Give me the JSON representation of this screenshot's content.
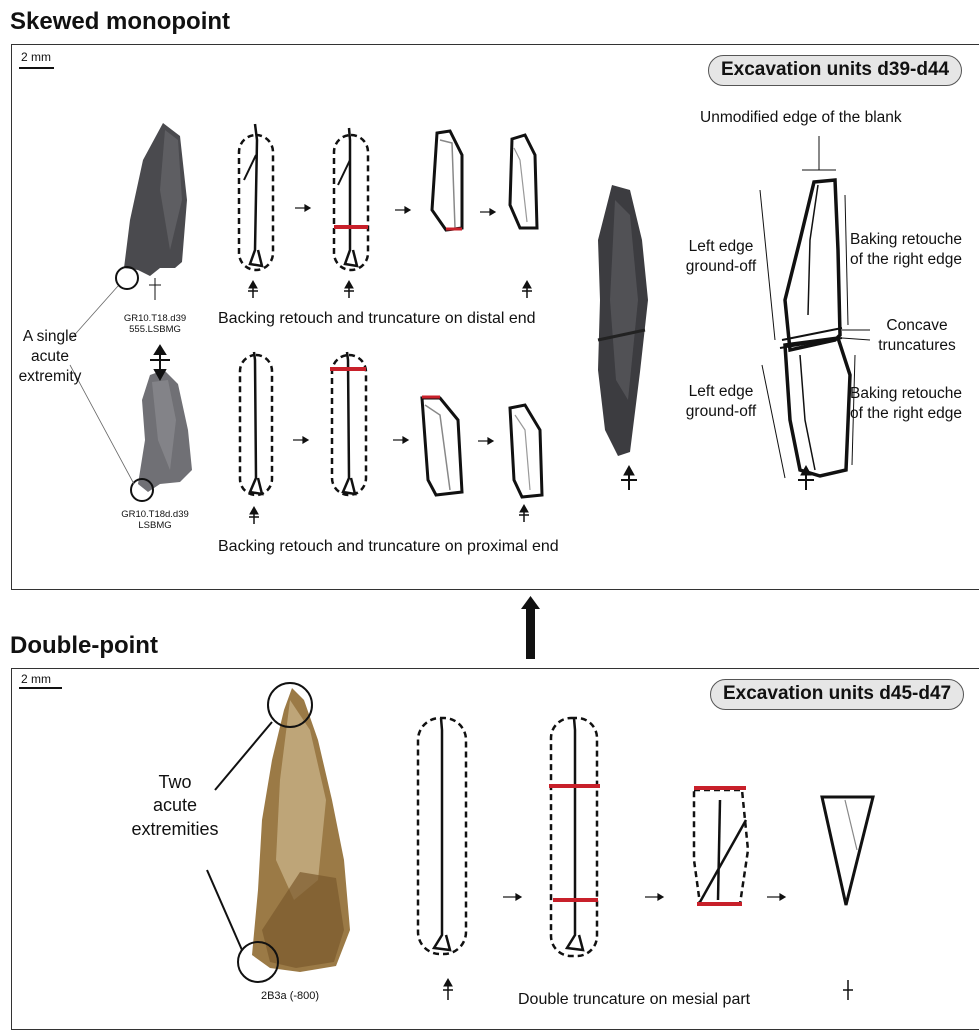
{
  "top": {
    "title": "Skewed monopoint",
    "scale": "2 mm",
    "units": "Excavation units d39-d44",
    "left_label": "A single\nacute\nextremity",
    "specimen1": "GR10.T18.d39\n555.LSBMG",
    "specimen2": "GR10.T18d.d39\nLSBMG",
    "caption_distal": "Backing retouch and truncature on distal end",
    "caption_proximal": "Backing retouch and truncature on proximal end",
    "unmodified": "Unmodified edge of the blank",
    "left_edge_1": "Left edge\nground-off",
    "left_edge_2": "Left edge\nground-off",
    "right_1": "Baking retouche\nof the right edge",
    "right_2": "Baking retouche\nof the right edge",
    "concave": "Concave\ntruncatures"
  },
  "bottom": {
    "title": "Double-point",
    "scale": "2 mm",
    "units": "Excavation units d45-d47",
    "left_label": "Two\nacute\nextremities",
    "specimen": "2B3a (-800)",
    "caption": "Double truncature on mesial part"
  },
  "colors": {
    "truncation": "#c8202a",
    "stone_dark": "#4a4a4e",
    "stone_brown": "#8a6a3a",
    "badge": "#e6e6e6"
  }
}
